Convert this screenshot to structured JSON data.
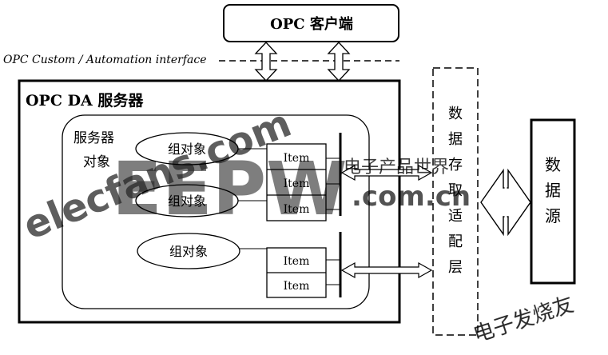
{
  "client": {
    "label": "OPC  客户端"
  },
  "interface": {
    "label": "OPC Custom / Automation interface"
  },
  "server": {
    "title": "OPC DA 服务器",
    "object_label_line1": "服务器",
    "object_label_line2": "对象",
    "groups": [
      {
        "label": "组对象",
        "items": [
          "Item",
          "Item",
          "Item"
        ]
      },
      {
        "label": "组对象"
      },
      {
        "label": "组对象",
        "items": [
          "Item",
          "Item"
        ]
      }
    ]
  },
  "data_access_layer": {
    "chars": [
      "数",
      "据",
      "存",
      "取",
      "适",
      "配",
      "层"
    ]
  },
  "data_source": {
    "chars": [
      "数",
      "据",
      "源"
    ]
  },
  "watermarks": {
    "main": "elecfans.com",
    "logo": "EEPW",
    "logo_site": ".com.cn",
    "cn_top": "电子产品世界",
    "cn_bottom": "电子发烧友"
  },
  "colors": {
    "ink": "#000000",
    "watermark_red": "#f28080",
    "watermark_pink": "#f6aaaa",
    "watermark_gray": "#cccccc"
  }
}
